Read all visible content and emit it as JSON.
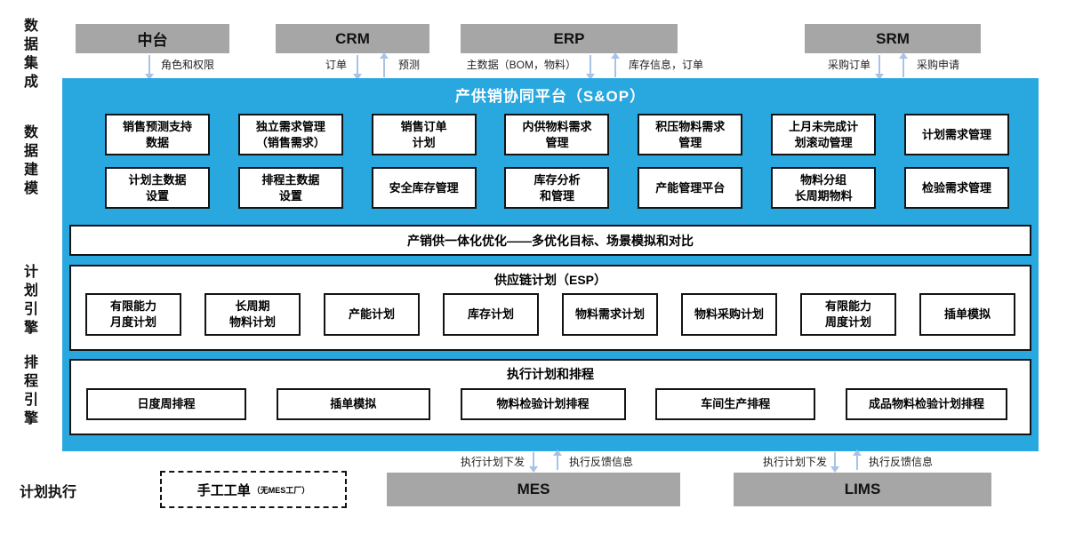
{
  "colors": {
    "platform_blue": "#29A7DF",
    "system_gray": "#A6A6A6",
    "arrow_blue": "#A9C3E6"
  },
  "side_labels": {
    "integration": "数据集成",
    "modeling": "数据建模",
    "planning": "计划引擎",
    "scheduling": "排程引擎",
    "execution": "计划执行"
  },
  "systems": {
    "zhongtai": "中台",
    "crm": "CRM",
    "erp": "ERP",
    "srm": "SRM",
    "mes": "MES",
    "lims": "LIMS"
  },
  "top_flows": {
    "zhongtai_down": "角色和权限",
    "crm_down": "订单",
    "crm_up": "预测",
    "erp_down": "主数据（BOM，物料）",
    "erp_up": "库存信息，订单",
    "srm_down": "采购订单",
    "srm_up": "采购申请"
  },
  "platform": {
    "title": "产供销协同平台（S&OP）",
    "row1": [
      "销售预测支持\n数据",
      "独立需求管理\n（销售需求）",
      "销售订单\n计划",
      "内供物料需求\n管理",
      "积压物料需求\n管理",
      "上月未完成计\n划滚动管理",
      "计划需求管理"
    ],
    "row2": [
      "计划主数据\n设置",
      "排程主数据\n设置",
      "安全库存管理",
      "库存分析\n和管理",
      "产能管理平台",
      "物料分组\n长周期物料",
      "检验需求管理"
    ],
    "band": "产销供一体化优化——多优化目标、场景模拟和对比",
    "esp_title": "供应链计划（ESP）",
    "esp_boxes": [
      "有限能力\n月度计划",
      "长周期\n物料计划",
      "产能计划",
      "库存计划",
      "物料需求计划",
      "物料采购计划",
      "有限能力\n周度计划",
      "插单模拟"
    ],
    "exec_title": "执行计划和排程",
    "exec_boxes": [
      "日度周排程",
      "插单模拟",
      "物料检验计划排程",
      "车间生产排程",
      "成品物料检验计划排程"
    ]
  },
  "bottom": {
    "manual_label": "手工工单",
    "manual_note": "（无MES工厂）",
    "mes_down": "执行计划下发",
    "mes_up": "执行反馈信息",
    "lims_down": "执行计划下发",
    "lims_up": "执行反馈信息"
  }
}
